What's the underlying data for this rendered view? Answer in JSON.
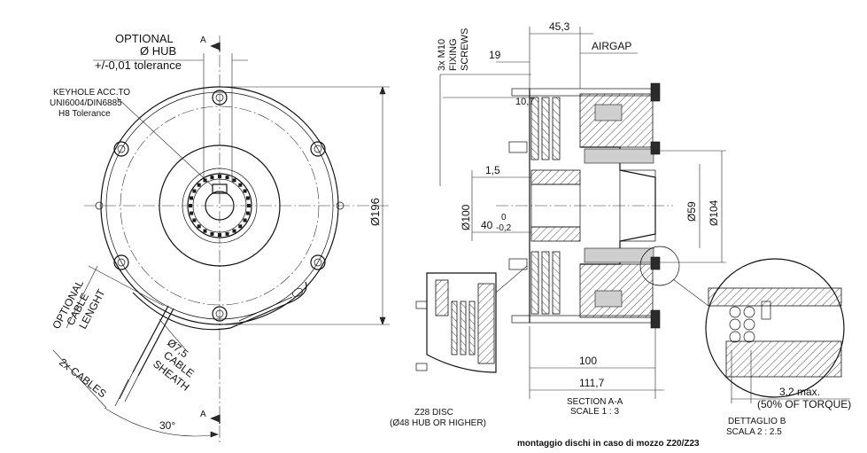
{
  "labels": {
    "optional_hub_1": "OPTIONAL",
    "optional_hub_2": "Ø HUB",
    "optional_hub_3": "+/-0,01 tolerance",
    "keyhole_1": "KEYHOLE ACC.TO",
    "keyhole_2": "UNI6004/DIN6885",
    "keyhole_3": "H8 Tolerance",
    "section_mark_top": "A",
    "section_mark_bottom": "A",
    "dia_196": "Ø196",
    "cable_length_1": "OPTIONAL",
    "cable_length_2": "CABLE",
    "cable_length_3": "LENGHT",
    "two_cables": "2x CABLES",
    "cable_sheath_1": "Ø7,5",
    "cable_sheath_2": "CABLE",
    "cable_sheath_3": "SHEATH",
    "angle_30": "30°",
    "fixing_screws_1": "3x M10",
    "fixing_screws_2": "FIXING",
    "fixing_screws_3": "SCREWS",
    "dim_19": "19",
    "dim_45_3": "45,3",
    "airgap": "AIRGAP",
    "dim_10_7": "10,7",
    "dim_1_5": "1,5",
    "dia_100": "Ø100",
    "dim_40": "40",
    "tol_40_up": "0",
    "tol_40_down": "-0,2",
    "dia_59": "Ø59",
    "dia_104": "Ø104",
    "dim_100": "100",
    "dim_111_7": "111,7",
    "section_title": "SECTION A-A",
    "section_scale": "SCALE 1 : 3",
    "z28_1": "Z28 DISC",
    "z28_2": "(Ø48 HUB OR HIGHER)",
    "montaggio": "montaggio dischi in caso di mozzo Z20/Z23",
    "dim_3_2": "3,2 max.",
    "torque": "(50% OF TORQUE)",
    "detail_title": "DETTAGLIO B",
    "detail_scale": "SCALA 2 : 2.5"
  }
}
